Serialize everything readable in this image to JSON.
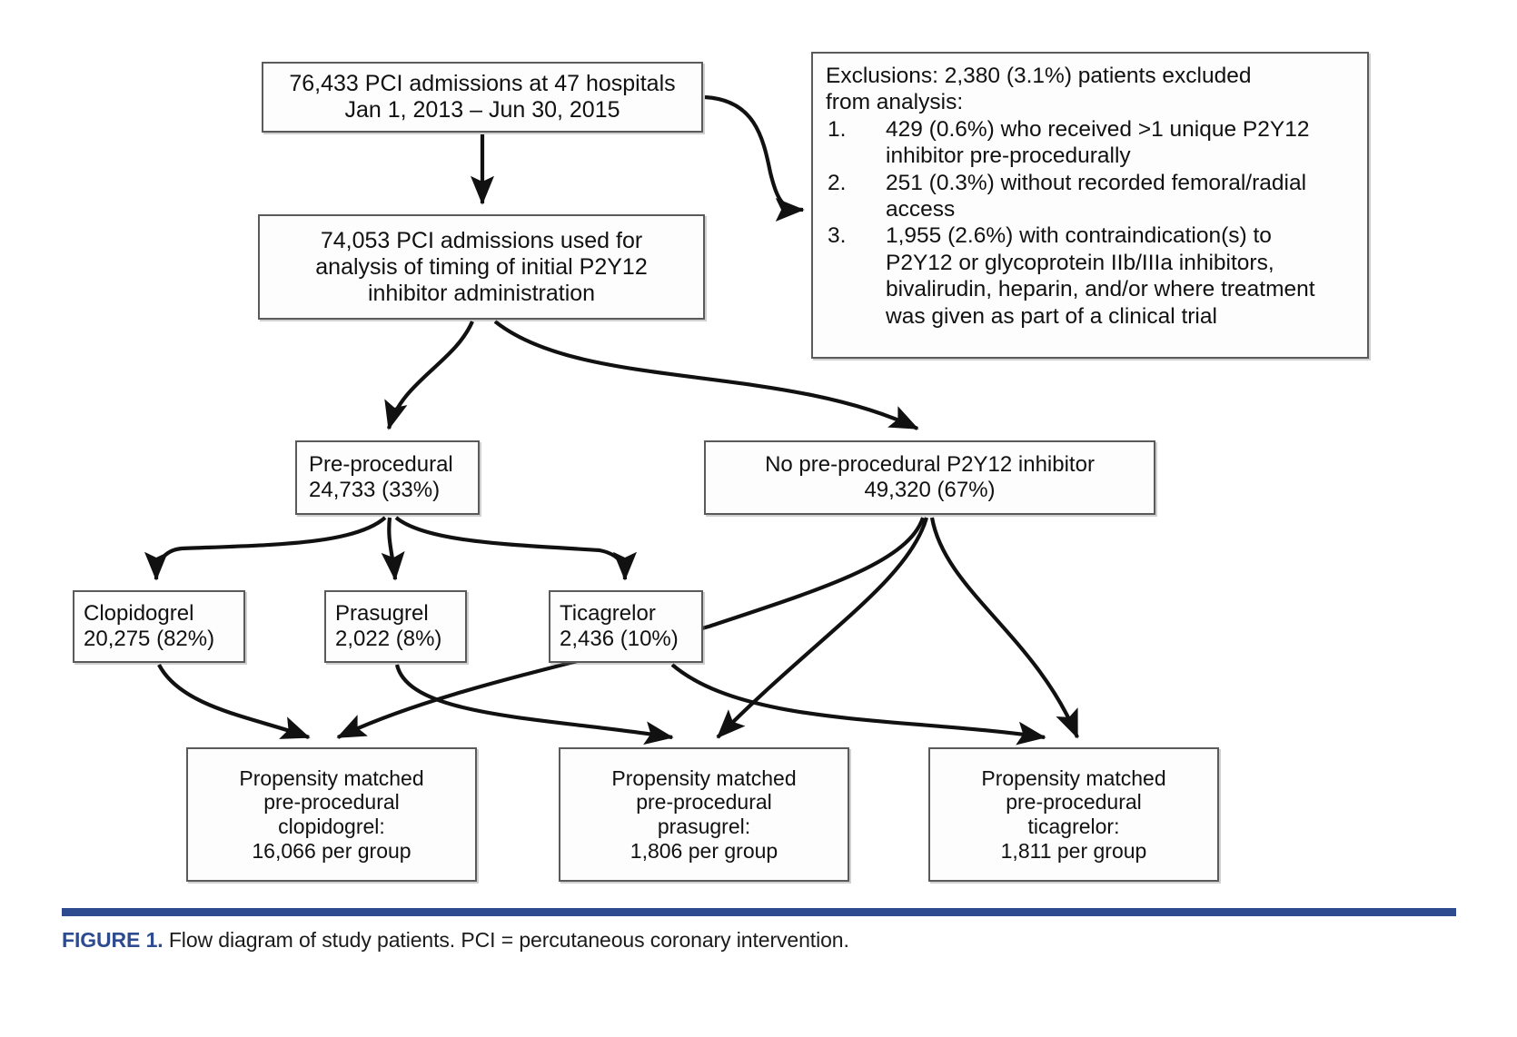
{
  "figure": {
    "label": "FIGURE 1.",
    "caption": "Flow diagram of study patients. PCI = percutaneous coronary intervention.",
    "rule_color": "#2e4b8f"
  },
  "chart_data": {
    "type": "diagram",
    "title": "Flow diagram of study patients",
    "nodes": [
      {
        "id": "source",
        "lines": [
          "76,433 PCI admissions at 47 hospitals",
          "Jan 1, 2013 – Jun 30, 2015"
        ],
        "count": 76433,
        "hospitals": 47
      },
      {
        "id": "analysis",
        "lines": [
          "74,053 PCI admissions used for",
          "analysis of timing of initial P2Y12",
          "inhibitor administration"
        ],
        "count": 74053
      },
      {
        "id": "pre",
        "lines": [
          "Pre-procedural",
          "24,733 (33%)"
        ],
        "count": 24733,
        "percent": 33
      },
      {
        "id": "nopre",
        "lines": [
          "No pre-procedural P2Y12 inhibitor",
          "49,320 (67%)"
        ],
        "count": 49320,
        "percent": 67
      },
      {
        "id": "clopidogrel",
        "lines": [
          "Clopidogrel",
          "20,275 (82%)"
        ],
        "count": 20275,
        "percent": 82
      },
      {
        "id": "prasugrel",
        "lines": [
          "Prasugrel",
          "2,022 (8%)"
        ],
        "count": 2022,
        "percent": 8
      },
      {
        "id": "ticagrelor",
        "lines": [
          "Ticagrelor",
          "2,436 (10%)"
        ],
        "count": 2436,
        "percent": 10
      },
      {
        "id": "pm-clopidogrel",
        "lines": [
          "Propensity matched",
          "pre-procedural",
          "clopidogrel:",
          "16,066 per group"
        ],
        "count": 16066
      },
      {
        "id": "pm-prasugrel",
        "lines": [
          "Propensity matched",
          "pre-procedural",
          "prasugrel:",
          "1,806 per group"
        ],
        "count": 1806
      },
      {
        "id": "pm-ticagrelor",
        "lines": [
          "Propensity matched",
          "pre-procedural",
          "ticagrelor:",
          "1,811 per group"
        ],
        "count": 1811
      }
    ],
    "exclusions": {
      "total": 2380,
      "total_percent": 3.1,
      "items": [
        {
          "n": 429,
          "percent": 0.6
        },
        {
          "n": 251,
          "percent": 0.3
        },
        {
          "n": 1955,
          "percent": 2.6
        }
      ]
    }
  },
  "boxes": {
    "source": {
      "line1": "76,433 PCI admissions at 47 hospitals",
      "line2": "Jan 1, 2013 – Jun 30, 2015"
    },
    "analysis": {
      "line1": "74,053 PCI admissions used for",
      "line2": "analysis of timing of initial P2Y12",
      "line3": "inhibitor administration"
    },
    "pre_procedural": {
      "line1": "Pre-procedural",
      "line2": "24,733 (33%)"
    },
    "no_pre_procedural": {
      "line1": "No pre-procedural P2Y12 inhibitor",
      "line2": "49,320 (67%)"
    },
    "clopidogrel": {
      "line1": "Clopidogrel",
      "line2": "20,275 (82%)"
    },
    "prasugrel": {
      "line1": "Prasugrel",
      "line2": "2,022 (8%)"
    },
    "ticagrelor": {
      "line1": "Ticagrelor",
      "line2": "2,436 (10%)"
    },
    "pm_clopidogrel": {
      "line1": "Propensity matched",
      "line2": "pre-procedural",
      "line3": "clopidogrel:",
      "line4": "16,066 per group"
    },
    "pm_prasugrel": {
      "line1": "Propensity matched",
      "line2": "pre-procedural",
      "line3": "prasugrel:",
      "line4": "1,806 per group"
    },
    "pm_ticagrelor": {
      "line1": "Propensity matched",
      "line2": "pre-procedural",
      "line3": "ticagrelor:",
      "line4": "1,811 per group"
    },
    "exclusions": {
      "heading_line1": "Exclusions: 2,380 (3.1%) patients excluded",
      "heading_line2": "from analysis:",
      "item1_num": "1.",
      "item1_line1": "429 (0.6%) who received >1 unique P2Y12",
      "item1_line2": "inhibitor pre-procedurally",
      "item2_num": "2.",
      "item2_line1": "251 (0.3%) without recorded femoral/radial",
      "item2_line2": "access",
      "item3_num": "3.",
      "item3_line1": "1,955 (2.6%) with contraindication(s) to",
      "item3_line2": "P2Y12 or glycoprotein IIb/IIIa inhibitors,",
      "item3_line3": "bivalirudin, heparin, and/or where treatment",
      "item3_line4": "was given as part of a clinical trial"
    }
  }
}
